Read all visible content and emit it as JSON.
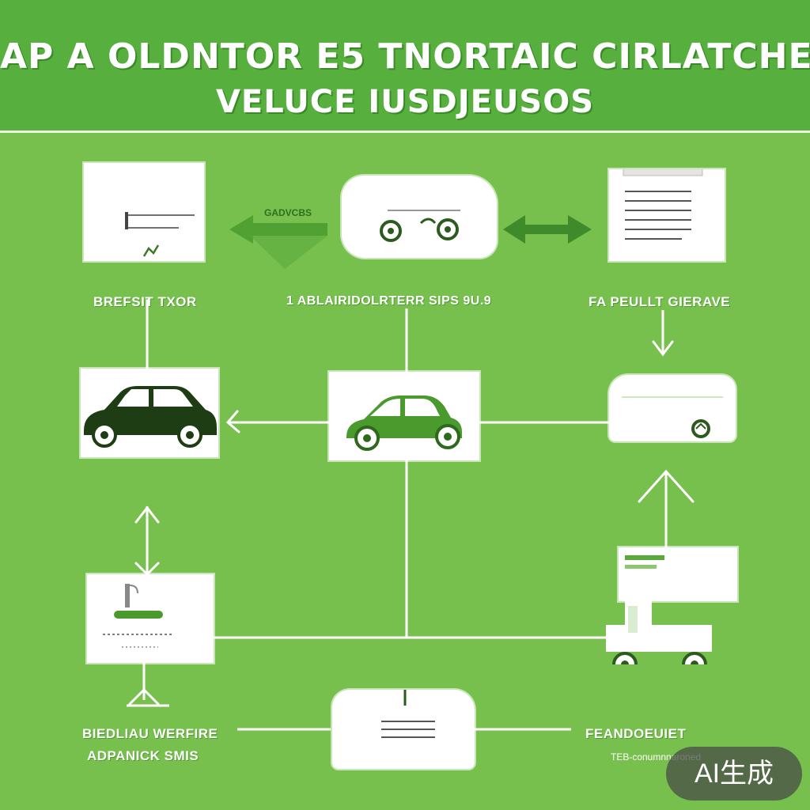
{
  "header": {
    "title_line1": "AP A OLDNTOR E5 TNORTAIC CIRLATCHE",
    "title_line2": "VELUCE IUSDJEUSOS"
  },
  "nodes": {
    "top_left": {
      "label": "BREFSIT TXOR",
      "icon": "document-icon"
    },
    "top_center": {
      "label": "1 ABLAIRIDOLRTERR SIPS 9U.9",
      "arrow_label": "GADVCBS",
      "icon": "engine-icon"
    },
    "top_right": {
      "label": "FA PEULLT GIERAVE",
      "icon": "document-list-icon"
    },
    "mid_left": {
      "icon": "car-icon"
    },
    "mid_center": {
      "icon": "car-icon"
    },
    "mid_right": {
      "icon": "recycle-icon"
    },
    "bottom_left": {
      "label_line1": "BIEDLIAU WERFIRE",
      "label_line2": "ADPANICK SMIS",
      "icon": "charging-station-icon"
    },
    "bottom_center": {
      "icon": "battery-pack-icon"
    },
    "bottom_right": {
      "label_line1": "FEANDOEUIET",
      "label_line2": "TEB-conumnnaroned",
      "icon": "truck-icon"
    }
  },
  "badge": {
    "text": "AI生成"
  },
  "colors": {
    "background": "#78c04e",
    "header": "#57b03e",
    "card": "#ffffff",
    "dark_green": "#2d5a1e",
    "accent_green": "#4a9a2e"
  }
}
